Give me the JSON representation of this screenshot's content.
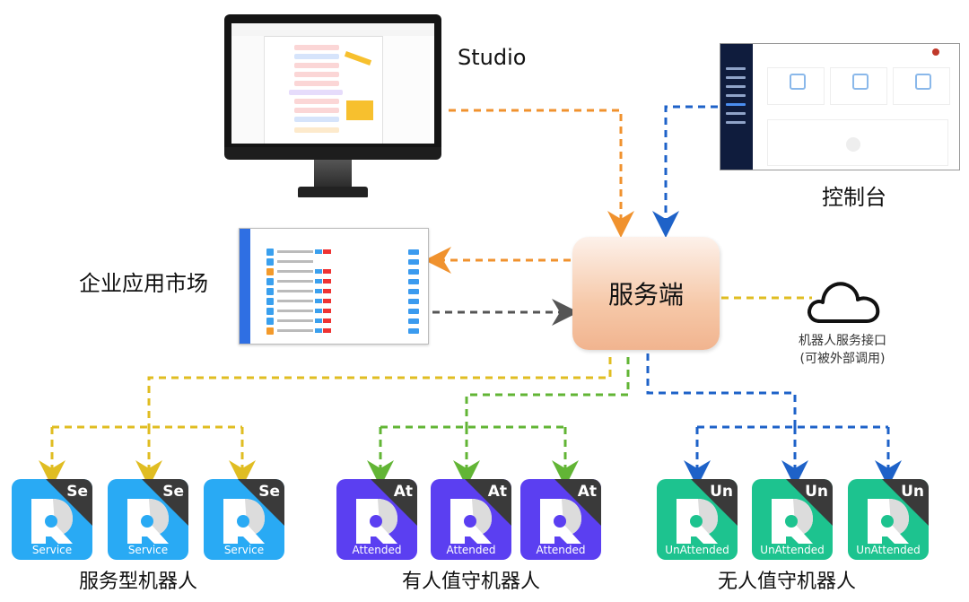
{
  "colors": {
    "orange": "#f0922e",
    "blue": "#1e62c8",
    "yellow": "#e0bd22",
    "gray": "#555555",
    "green": "#62b535",
    "service": "#29aaf4",
    "attended": "#5b3ff1",
    "unattended": "#1dc38f"
  },
  "nodes": {
    "studio": {
      "label": "Studio"
    },
    "console": {
      "label": "控制台"
    },
    "market": {
      "label": "企业应用市场"
    },
    "server": {
      "label": "服务端"
    },
    "cloud": {
      "line1": "机器人服务接口",
      "line2": "(可被外部调用)"
    }
  },
  "robot_groups": [
    {
      "label": "服务型机器人",
      "abbr": "Se",
      "kind": "Service",
      "count": 3,
      "color_key": "service"
    },
    {
      "label": "有人值守机器人",
      "abbr": "At",
      "kind": "Attended",
      "count": 3,
      "color_key": "attended"
    },
    {
      "label": "无人值守机器人",
      "abbr": "Un",
      "kind": "UnAttended",
      "count": 3,
      "color_key": "unattended"
    }
  ],
  "connections": [
    {
      "from": "studio",
      "to": "server",
      "style": "dashed",
      "color_key": "orange"
    },
    {
      "from": "console",
      "to": "server",
      "style": "dashed",
      "color_key": "blue"
    },
    {
      "from": "server",
      "to": "market",
      "style": "dashed",
      "color_key": "orange"
    },
    {
      "from": "market",
      "to": "server",
      "style": "dashed",
      "color_key": "gray"
    },
    {
      "from": "server",
      "to": "cloud",
      "style": "dashed",
      "color_key": "yellow"
    },
    {
      "from": "server",
      "to": "service-robots",
      "style": "dashed",
      "color_key": "yellow"
    },
    {
      "from": "server",
      "to": "attended-robots",
      "style": "dashed",
      "color_key": "green"
    },
    {
      "from": "server",
      "to": "unattended-robots",
      "style": "dashed",
      "color_key": "blue"
    }
  ]
}
